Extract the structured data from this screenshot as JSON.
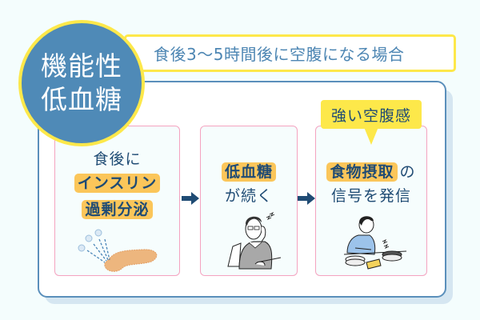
{
  "title": {
    "circle_line1": "機能性",
    "circle_line2": "低血糖",
    "banner": "食後3～5時間後に空腹になる場合"
  },
  "steps": [
    {
      "line1": "食後に",
      "highlight1": "インスリン",
      "highlight2": "過剰分泌",
      "illustration": "pancreas-secreting-insulin"
    },
    {
      "highlight1": "低血糖",
      "line2": "が続く",
      "illustration": "man-with-headache"
    },
    {
      "callout": "強い空腹感",
      "highlight1": "食物摂取",
      "line1_suffix": "の",
      "line2": "信号を発信",
      "illustration": "person-hungry-with-empty-plates"
    }
  ],
  "arrows": [
    "right-arrow",
    "right-arrow"
  ],
  "colors": {
    "background": "#f4fdfd",
    "accent_blue": "#4f8ab7",
    "accent_yellow": "#fde84a",
    "highlight_orange": "#fbc65a",
    "card_border_pink": "#f4a3c0",
    "text_navy": "#1f4b74",
    "banner_text": "#4d86b3"
  }
}
